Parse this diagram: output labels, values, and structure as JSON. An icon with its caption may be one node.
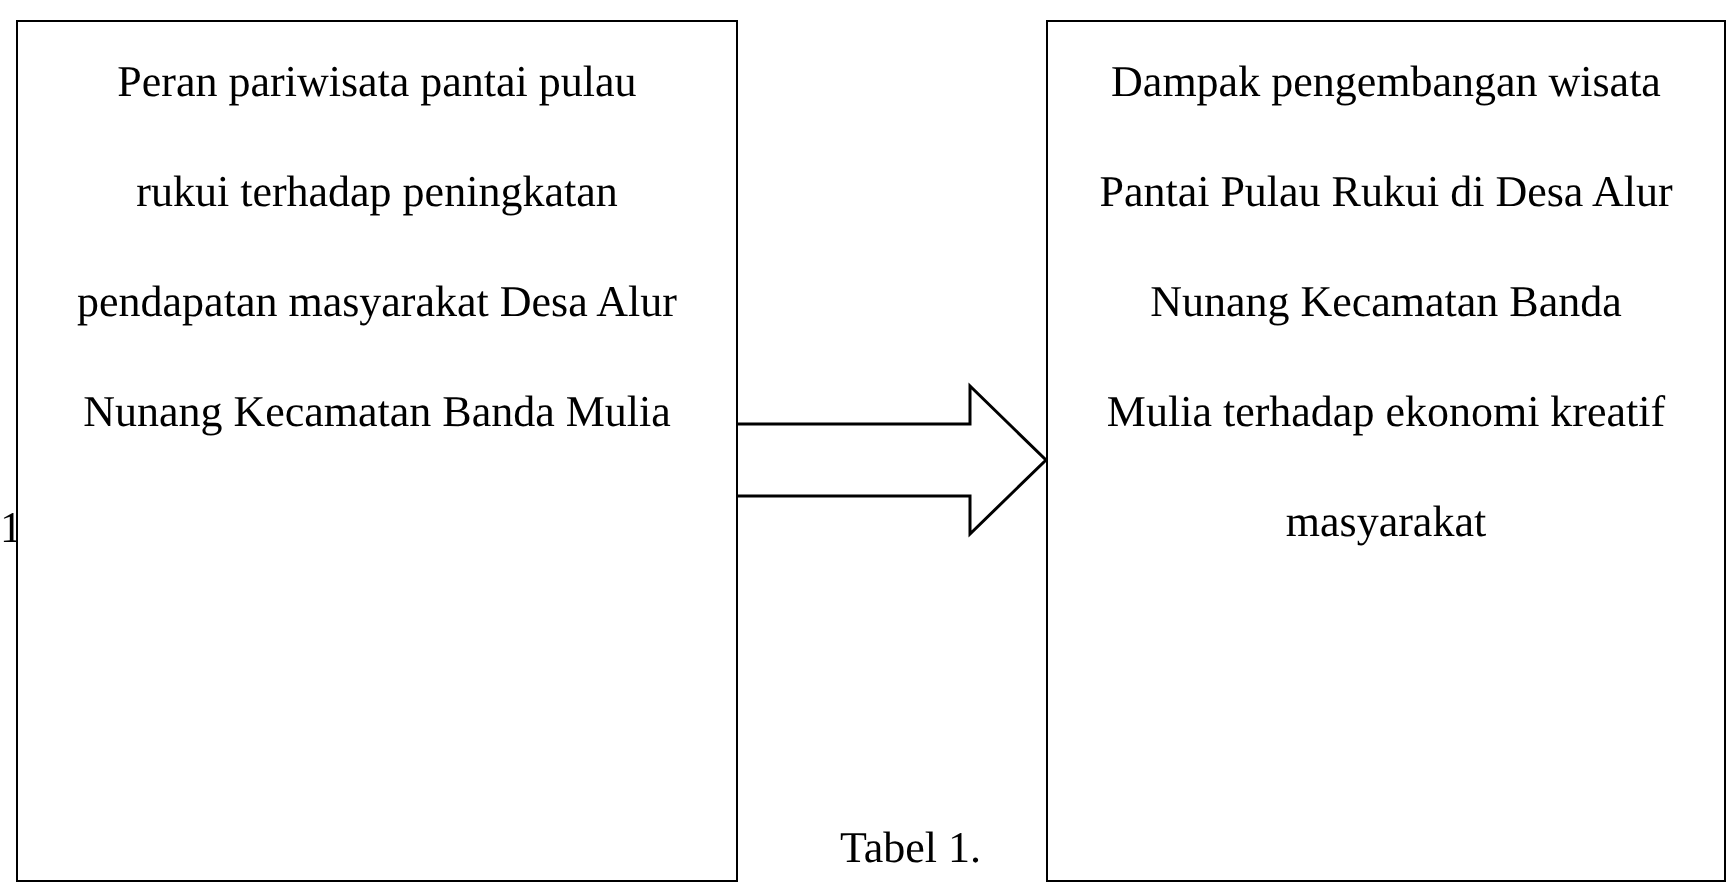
{
  "diagram": {
    "nodes": [
      {
        "text": [
          "Peran pariwisata pantai pulau rukui terhadap peningkatan pendapatan masyarakat Desa Alur Nunang Kecamatan Banda Mulia"
        ]
      },
      {
        "text": [
          "Dampak pengembangan wisata Pantai Pulau Rukui di Desa Alur Nunang Kecamatan Banda Mulia terhadap ekonomi kreatif masyarakat"
        ]
      }
    ],
    "edges": [
      {
        "from": 0,
        "to": 1,
        "arrow": "to"
      }
    ],
    "labels": [
      "1",
      "Tabel 1."
    ]
  }
}
